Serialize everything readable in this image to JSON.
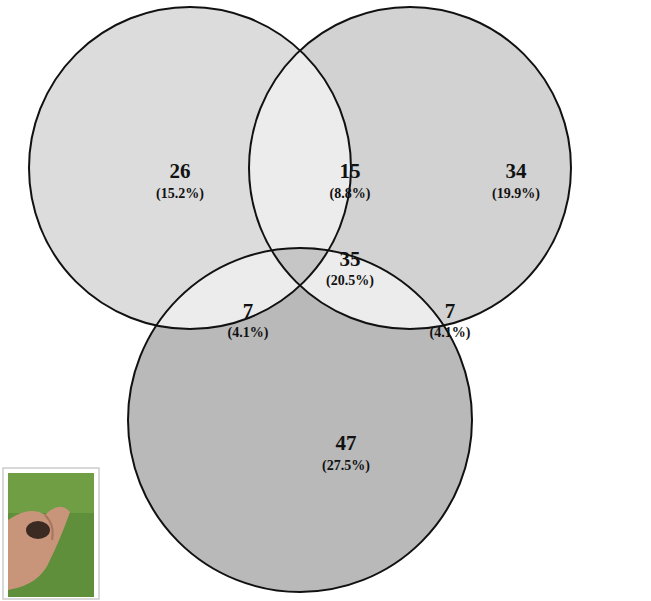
{
  "diagram": {
    "labels": [
      "26",
      "(15.2%)",
      "15",
      "(8.8%)",
      "34",
      "(19.9%)",
      "35",
      "(20.5%)",
      "7",
      "(4.1%)",
      "7",
      "(4.1%)",
      "47",
      "(27.5%)"
    ]
  }
}
